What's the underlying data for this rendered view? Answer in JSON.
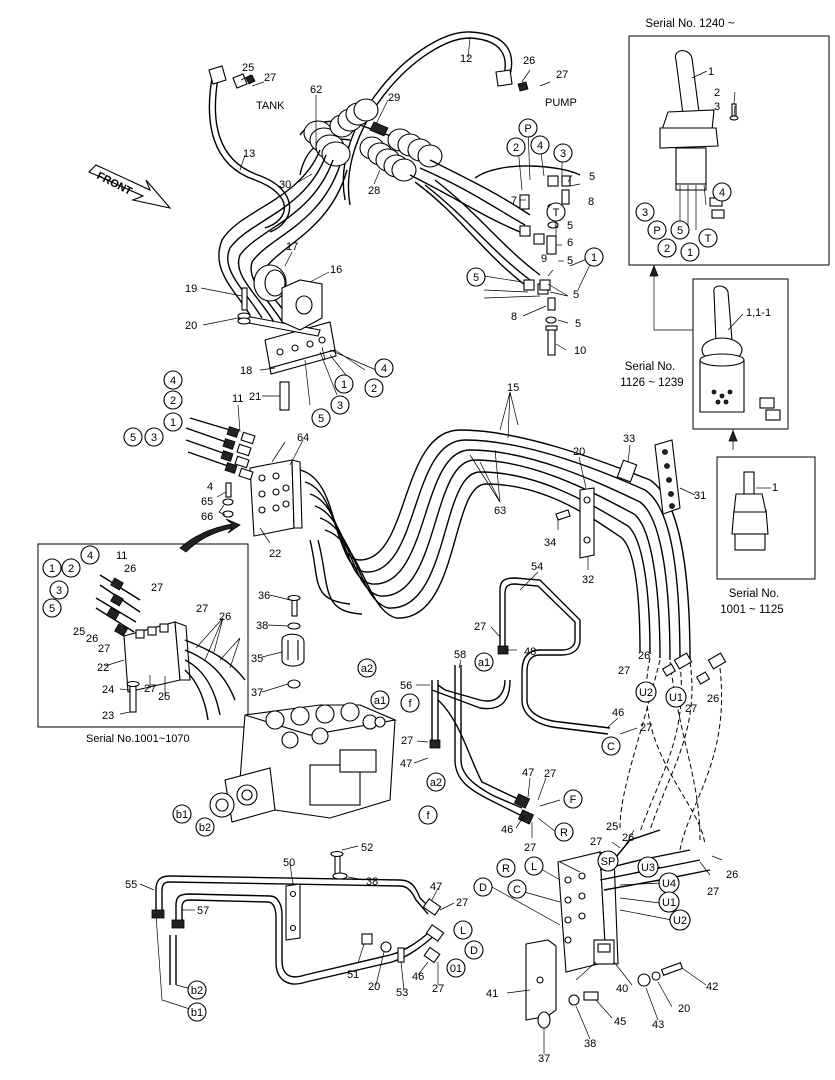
{
  "labels": {
    "tank": "TANK",
    "pump": "PUMP",
    "front": "FRONT",
    "serial_1240": "Serial No. 1240 ~",
    "serial_1126_a": "Serial No.",
    "serial_1126_b": "1126 ~ 1239",
    "serial_1001_a": "Serial No.",
    "serial_1001_b": "1001 ~ 1125",
    "serial_inset": "Serial No.1001~1070",
    "lever_label": "1,1-1"
  },
  "circled": {
    "P": "P",
    "T": "T",
    "F": "F",
    "R": "R",
    "L": "L",
    "C": "C",
    "D": "D",
    "SP": "SP",
    "U1": "U1",
    "U2": "U2",
    "U3": "U3",
    "U4": "U4",
    "a1": "a1",
    "a2": "a2",
    "b1": "b1",
    "b2": "b2",
    "f": "f",
    "01": "01",
    "n1": "1",
    "n2": "2",
    "n3": "3",
    "n4": "4",
    "n5": "5"
  },
  "parts": {
    "p1": "1",
    "p2": "2",
    "p3": "3",
    "p4": "4",
    "p5": "5",
    "p6": "6",
    "p7": "7",
    "p8": "8",
    "p9": "9",
    "p10": "10",
    "p11": "11",
    "p12": "12",
    "p13": "13",
    "p15": "15",
    "p16": "16",
    "p17": "17",
    "p18": "18",
    "p19": "19",
    "p20": "20",
    "p21": "21",
    "p22": "22",
    "p23": "23",
    "p24": "24",
    "p25": "25",
    "p26": "26",
    "p27": "27",
    "p28": "28",
    "p29": "29",
    "p30": "30",
    "p31": "31",
    "p32": "32",
    "p33": "33",
    "p34": "34",
    "p35": "35",
    "p36": "36",
    "p37": "37",
    "p38": "38",
    "p40": "40",
    "p41": "41",
    "p42": "42",
    "p43": "43",
    "p45": "45",
    "p46": "46",
    "p47": "47",
    "p48": "48",
    "p50": "50",
    "p51": "51",
    "p52": "52",
    "p53": "53",
    "p54": "54",
    "p55": "55",
    "p56": "56",
    "p57": "57",
    "p58": "58",
    "p62": "62",
    "p63": "63",
    "p64": "64",
    "p65": "65",
    "p66": "66"
  }
}
